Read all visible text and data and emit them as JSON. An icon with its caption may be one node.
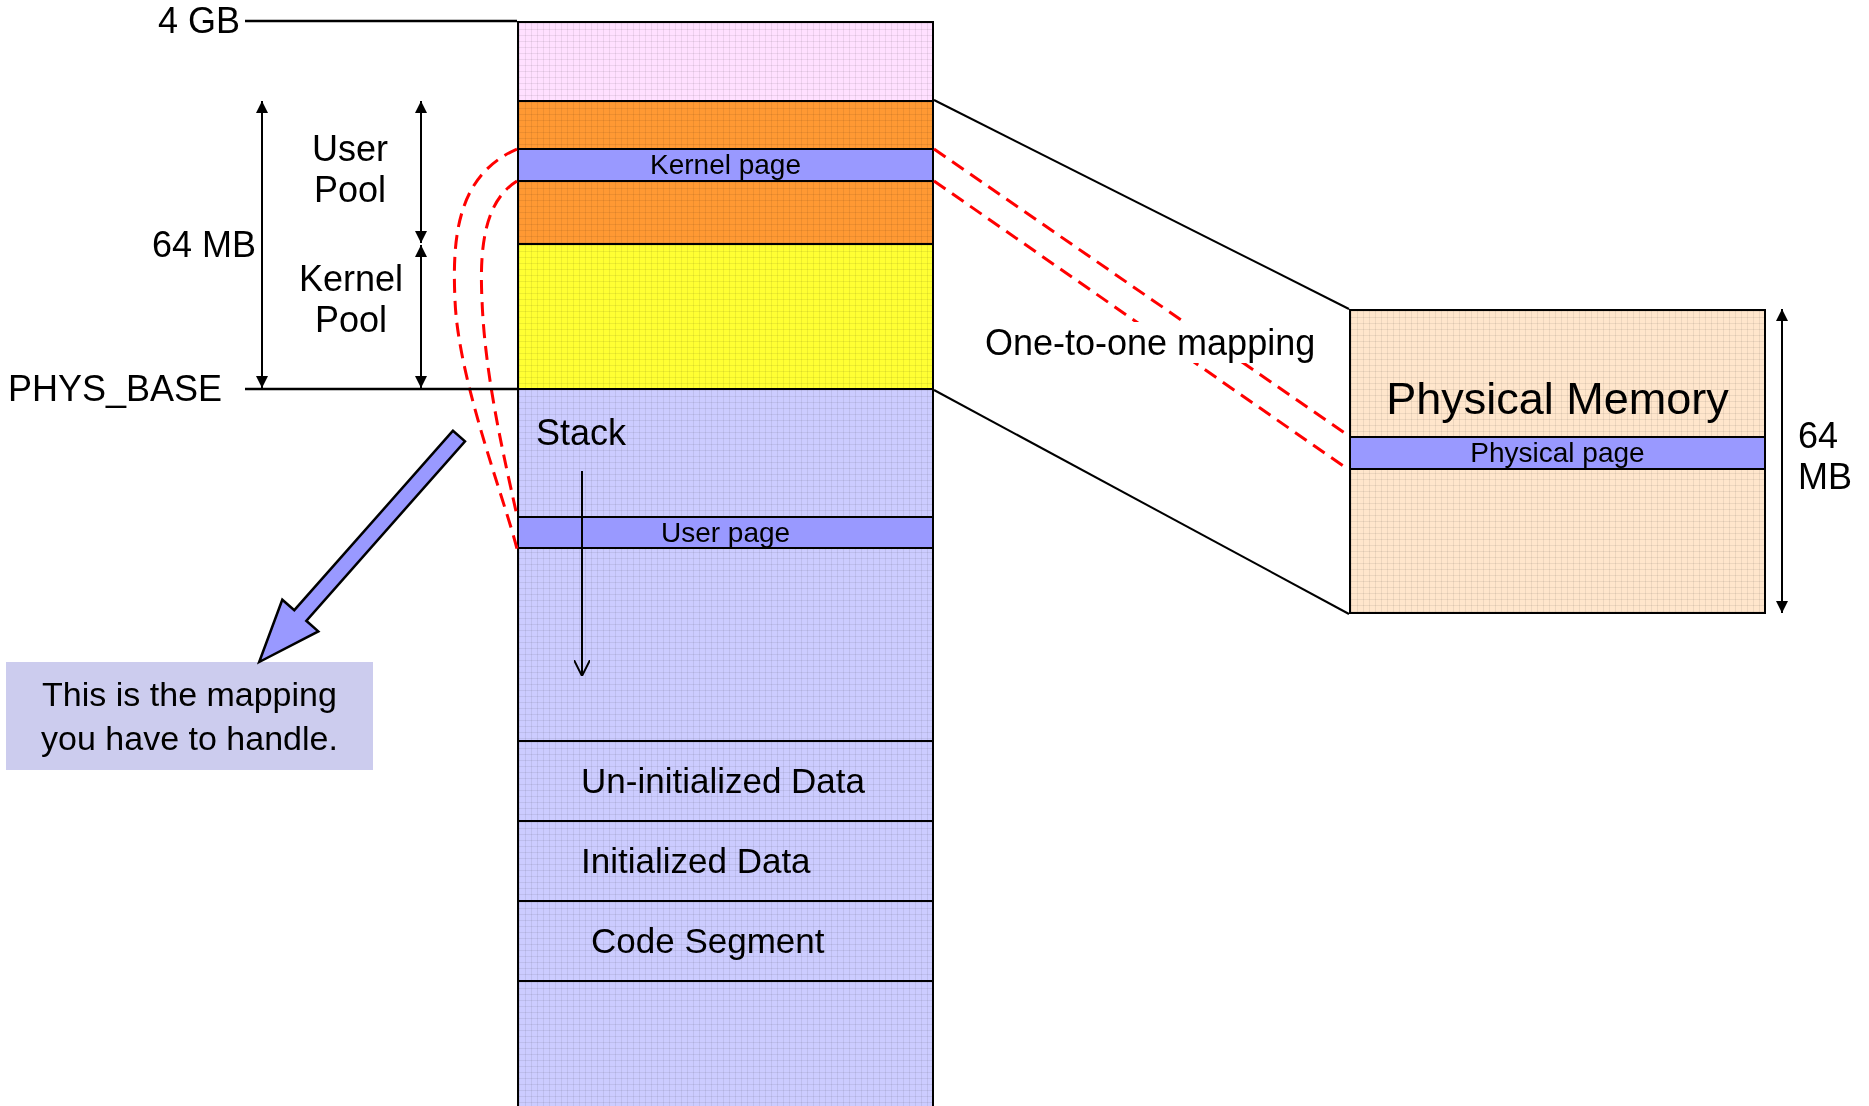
{
  "diagram": {
    "nodes": [
      {
        "text": [],
        "shape": "box"
      },
      {
        "text": [],
        "shape": "box"
      },
      {
        "text": [
          "Kernel page"
        ]
      },
      {
        "text": [],
        "shape": "box"
      },
      {
        "text": [],
        "shape": "box"
      },
      {
        "text": [
          "Stack"
        ]
      },
      {
        "text": [
          "User page"
        ],
        "in": 5
      },
      {
        "text": [
          "Un-initialized Data"
        ]
      },
      {
        "text": [
          "Initialized Data"
        ]
      },
      {
        "text": [
          "Code Segment"
        ]
      },
      {
        "text": [],
        "shape": "box"
      },
      {
        "text": [
          "Physical Memory"
        ]
      },
      {
        "text": [
          "Physical page"
        ],
        "in": 11
      },
      {
        "text": [
          "This is the mapping you have to handle."
        ]
      }
    ],
    "edges": [
      {
        "from": 1,
        "to": 11,
        "arrow": "none",
        "color": "#000000"
      },
      {
        "from": 4,
        "to": 11,
        "arrow": "none",
        "color": "#000000"
      },
      {
        "from": 2,
        "to": 12,
        "arrow": "none",
        "style": "dashed",
        "color": "#ff0000"
      },
      {
        "from": 2,
        "to": 12,
        "arrow": "none",
        "style": "dashed",
        "color": "#ff0000"
      },
      {
        "from": 2,
        "to": 6,
        "arrow": "none",
        "style": "dashed",
        "color": "#ff0000"
      },
      {
        "from": 2,
        "to": 6,
        "arrow": "none",
        "style": "dashed",
        "color": "#ff0000"
      },
      {
        "from": null,
        "to": 13,
        "arrow": "to",
        "style": "thick",
        "color": "#9999ff"
      }
    ],
    "labels": [
      "4 GB",
      "User Pool",
      "64 MB",
      "Kernel Pool",
      "One-to-one mapping",
      "PHYS_BASE",
      "64 MB"
    ]
  }
}
